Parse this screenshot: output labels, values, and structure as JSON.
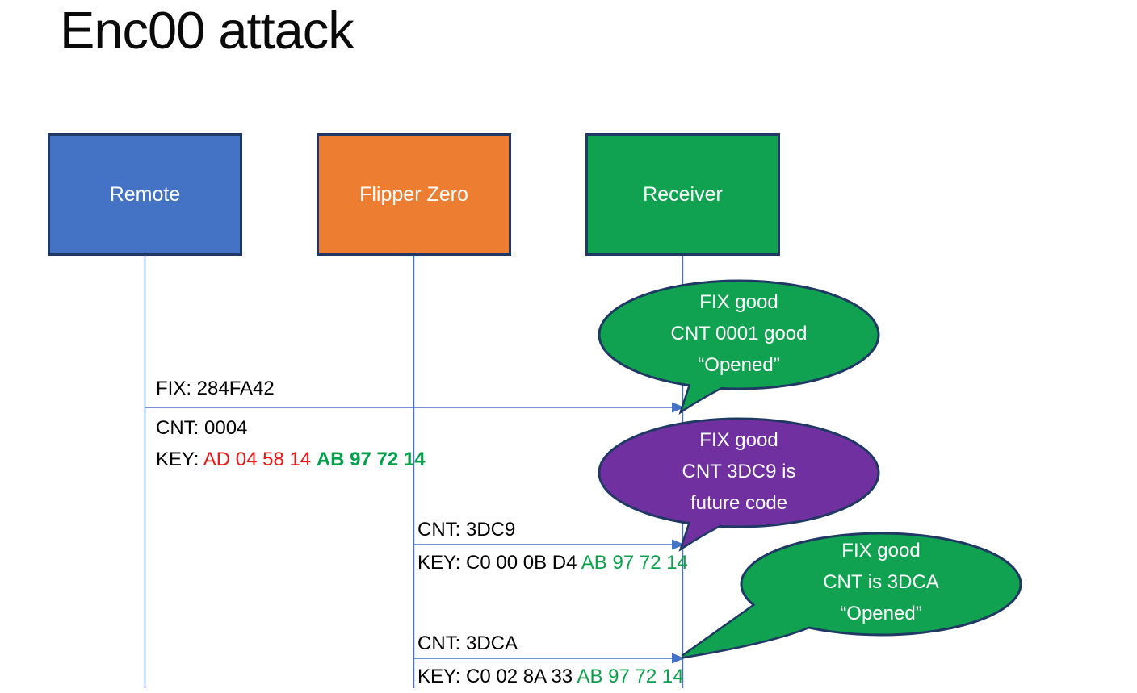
{
  "title": "Enc00 attack",
  "actors": {
    "remote": {
      "label": "Remote"
    },
    "flipper": {
      "label": "Flipper Zero"
    },
    "receiver": {
      "label": "Receiver"
    }
  },
  "messages": {
    "m1": {
      "from": "Remote",
      "to": "Receiver",
      "fix": "FIX: 284FA42",
      "cnt": "CNT: 0004",
      "key_prefix": "KEY: ",
      "key_red": "AD 04 58 14 ",
      "key_green": "AB 97 72 14"
    },
    "m2": {
      "from": "Flipper Zero",
      "to": "Receiver",
      "cnt": "CNT: 3DC9",
      "key_prefix": "KEY: C0 00 0B D4 ",
      "key_green": "AB 97 72 14"
    },
    "m3": {
      "from": "Flipper Zero",
      "to": "Receiver",
      "cnt": "CNT: 3DCA",
      "key_prefix": "KEY: C0 02 8A 33 ",
      "key_green": "AB 97 72 14"
    }
  },
  "bubbles": {
    "b1": {
      "color": "green",
      "line1": "FIX good",
      "line2": "CNT 0001 good",
      "line3": "“Opened”"
    },
    "b2": {
      "color": "purple",
      "line1": "FIX good",
      "line2": "CNT 3DC9 is",
      "line3": "future code"
    },
    "b3": {
      "color": "green",
      "line1": "FIX good",
      "line2": "CNT is 3DCA",
      "line3": "“Opened”"
    }
  },
  "colors": {
    "remote_fill": "#4472C4",
    "flipper_fill": "#ED7D31",
    "receiver_fill": "#10A250",
    "bubble_green": "#10A250",
    "bubble_purple": "#7030A0",
    "shape_outline": "#1F3864",
    "line_blue": "#4472C4",
    "key_red_text": "#F01414",
    "key_green_text": "#0DA04C"
  }
}
